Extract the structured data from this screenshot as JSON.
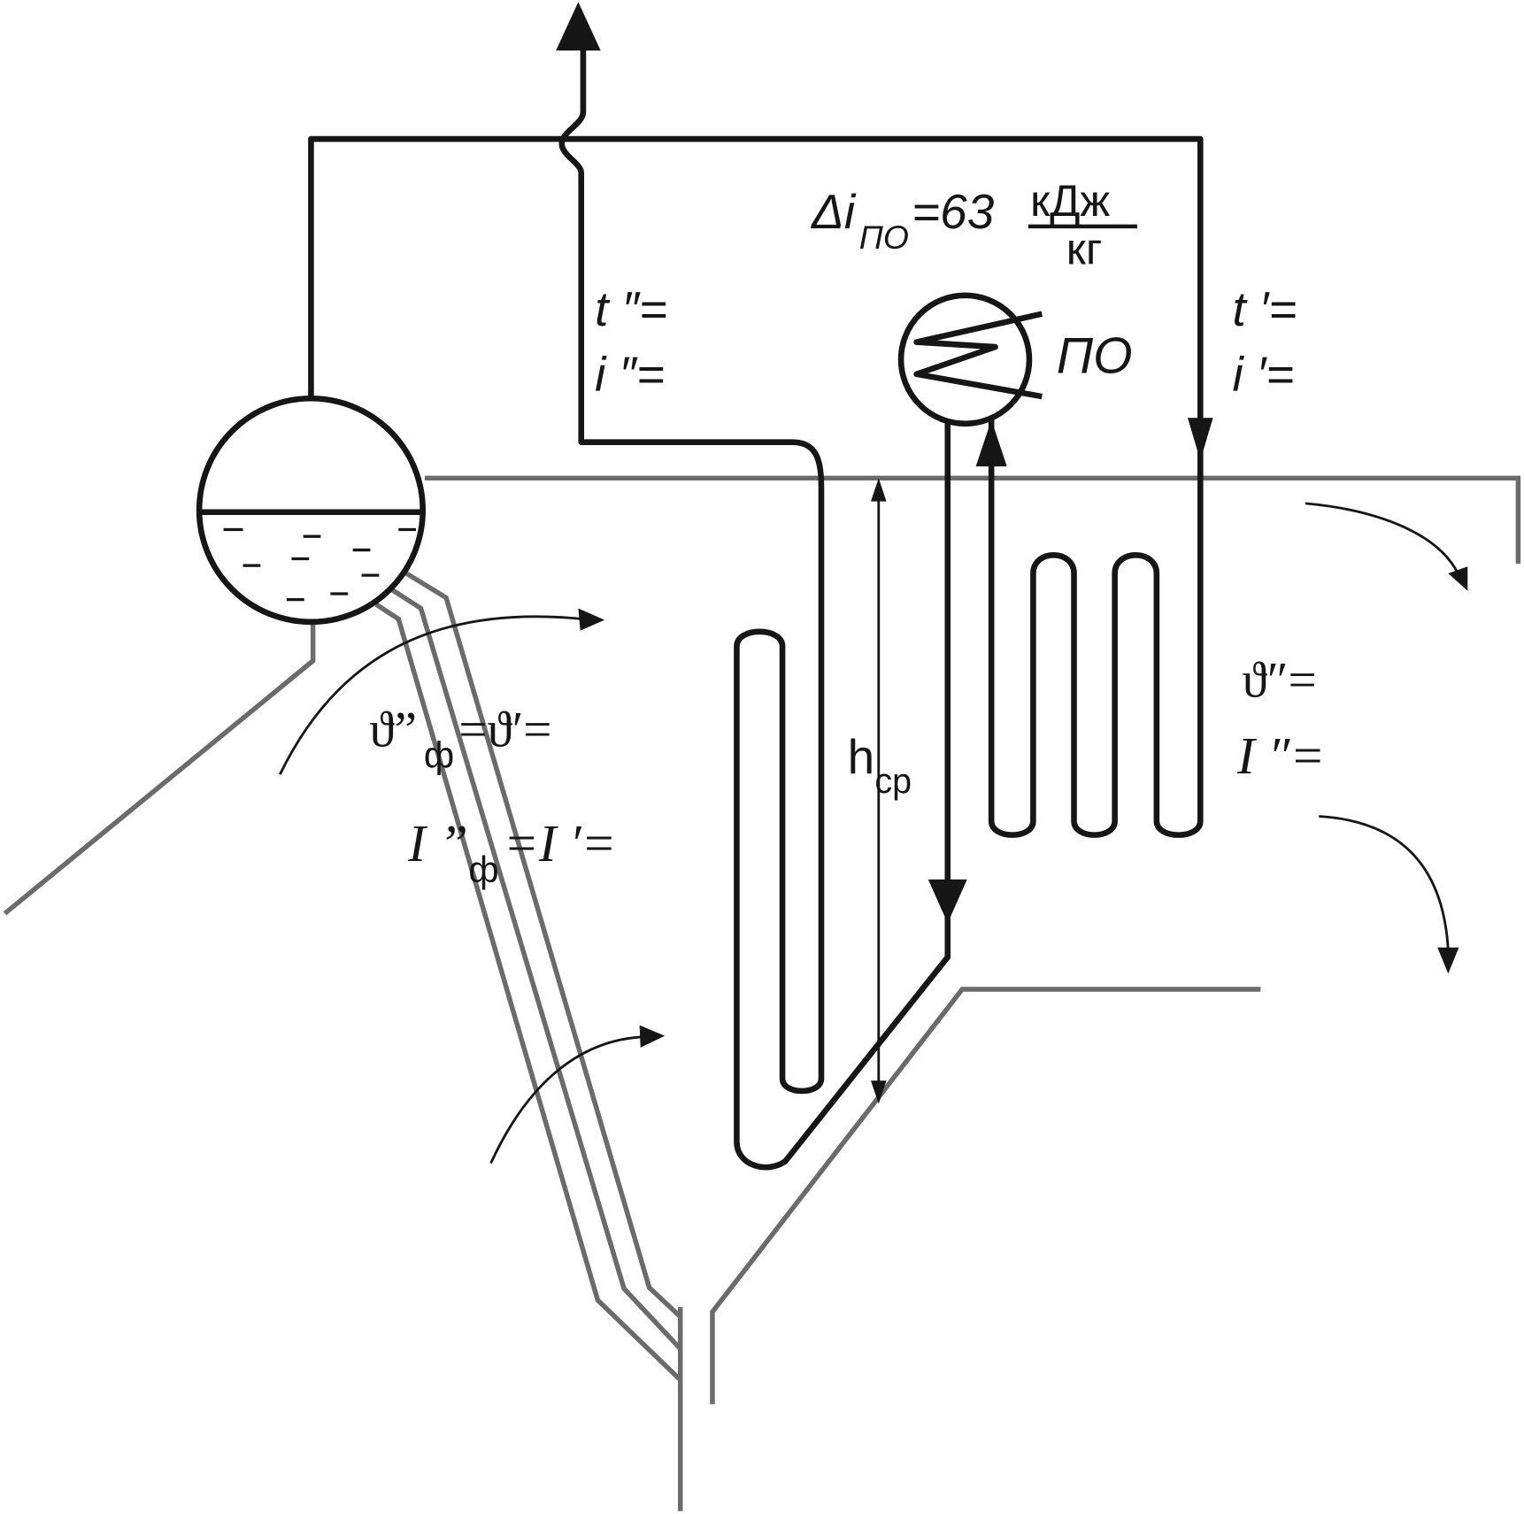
{
  "diagram": {
    "delta_i": {
      "symbol": "Δi",
      "subscript": "ПО",
      "value": "=63",
      "unit_numerator": "кДж",
      "unit_denominator": "кг"
    },
    "outlet_steam": {
      "temperature": "t ″=",
      "enthalpy": "i ″="
    },
    "inlet_steam": {
      "temperature": "t ′=",
      "enthalpy": "i ′="
    },
    "heat_exchanger_label": "ПО",
    "furnace_exit_temperature": {
      "symbol": "ϑ”",
      "subscript": "ф",
      "equals": "=ϑ′="
    },
    "furnace_exit_enthalpy": {
      "symbol": "I ”",
      "subscript": "ф",
      "equals": "=I ′="
    },
    "mean_height": {
      "symbol": "h",
      "subscript": "ср"
    },
    "gas_outlet": {
      "temperature": "ϑ″=",
      "enthalpy": "I ″="
    }
  },
  "colors": {
    "pipe": "#161616",
    "wall": "#6b6b6b",
    "background": "#ffffff"
  }
}
